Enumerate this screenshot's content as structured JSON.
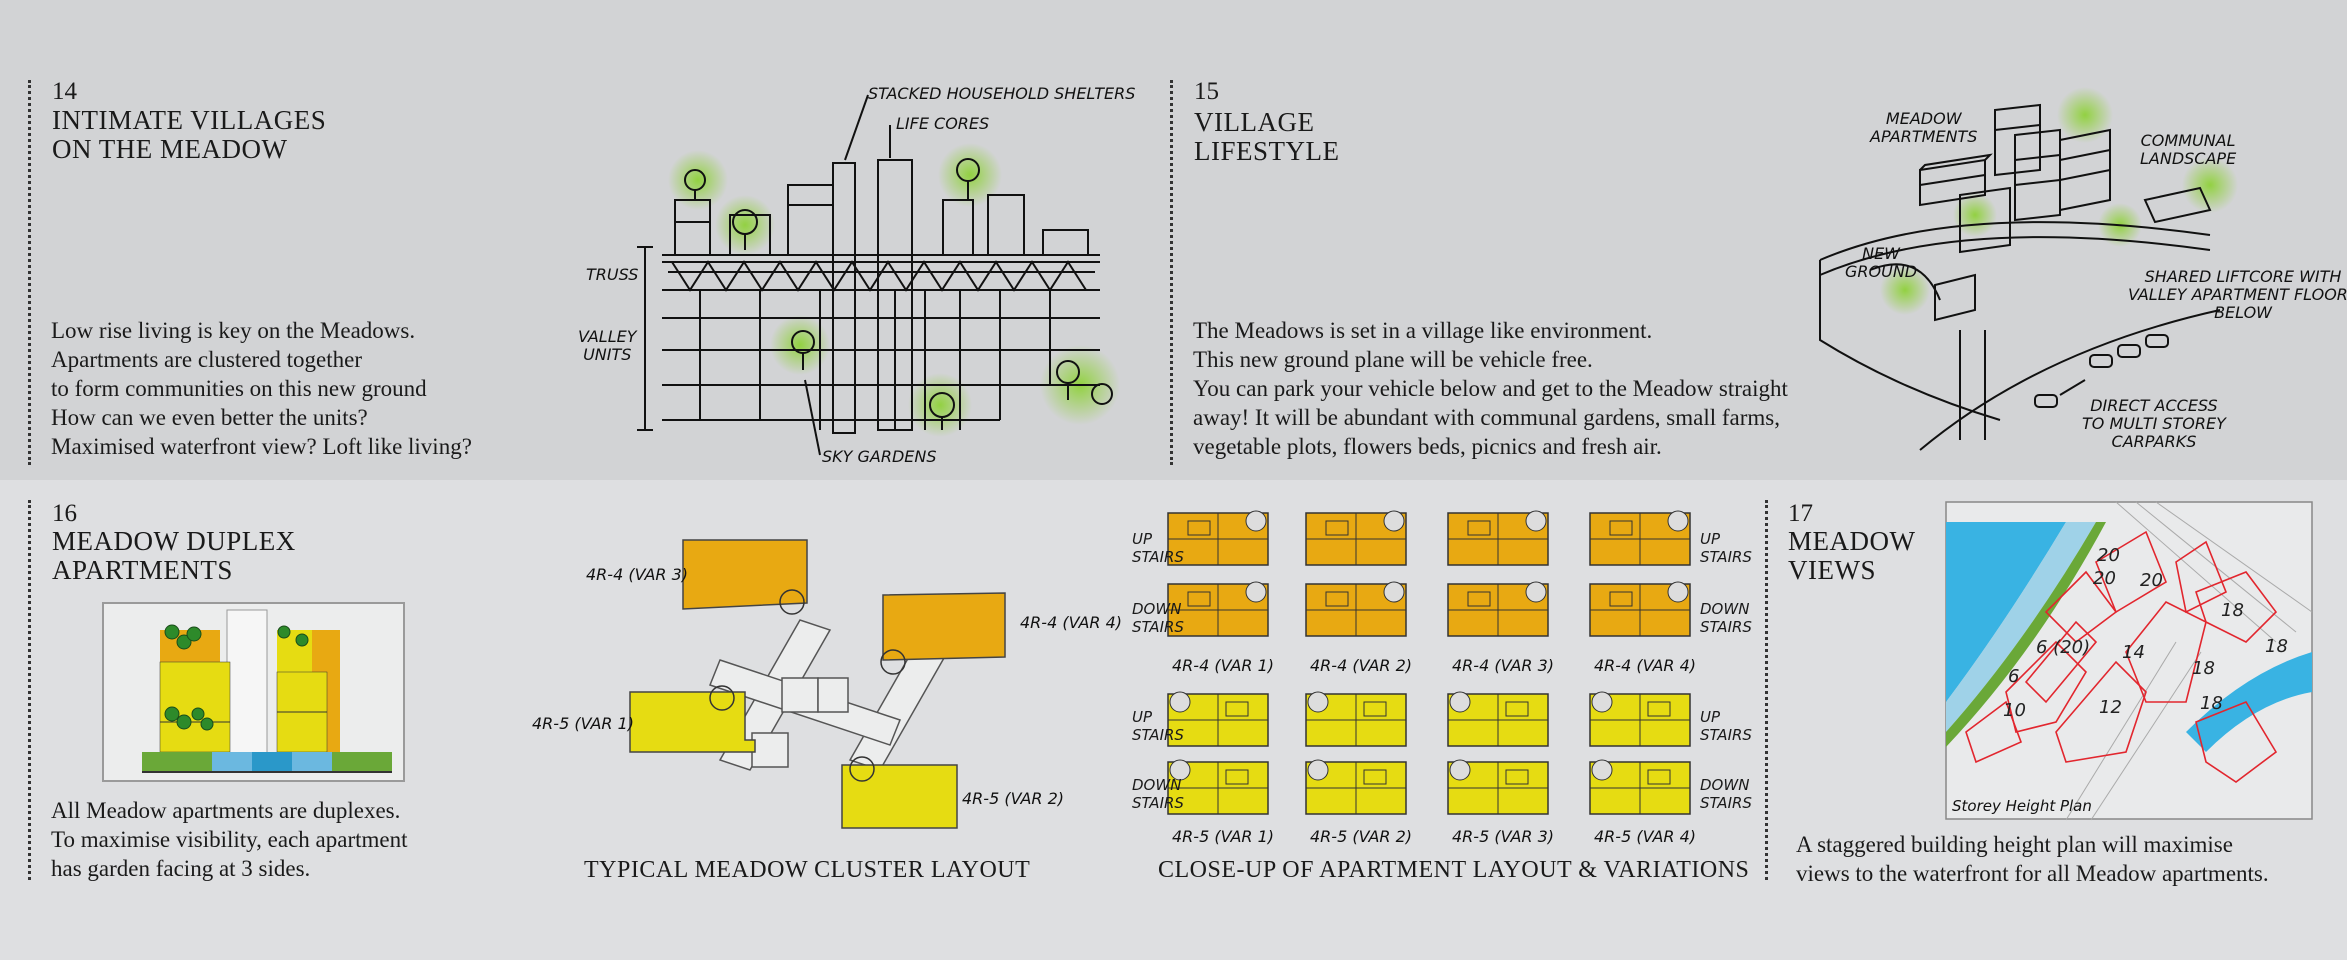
{
  "colors": {
    "top_band": "#d2d3d5",
    "bottom_band": "#dedfe1",
    "amber": "#e8a912",
    "yellow": "#e6dc12",
    "green_glow": "#8fd13a",
    "water": "#39b3e3",
    "plot_line": "#e2262e"
  },
  "s14": {
    "num": "14",
    "title": [
      "INTIMATE VILLAGES",
      "ON THE MEADOW"
    ],
    "body": [
      "Low rise living is key on the Meadows.",
      "Apartments are clustered together",
      "to form communities on this new ground",
      "How can we even better the units?",
      "Maximised waterfront view? Loft like living?"
    ],
    "sketch": {
      "stacked": "STACKED HOUSEHOLD SHELTERS",
      "cores": "LIFE CORES",
      "truss": "TRUSS",
      "valley": [
        "VALLEY",
        "UNITS"
      ],
      "sky": "SKY GARDENS"
    }
  },
  "s15": {
    "num": "15",
    "title": [
      "VILLAGE",
      "LIFESTYLE"
    ],
    "body": [
      "The Meadows is set in a village like environment.",
      "This new ground plane will be vehicle free.",
      "You can park your vehicle below and get to the Meadow straight",
      "away!  It will be abundant with communal gardens, small farms,",
      "vegetable plots, flowers beds, picnics and fresh air."
    ],
    "sketch": {
      "meadow": [
        "MEADOW",
        "APARTMENTS"
      ],
      "communal": [
        "COMMUNAL",
        "LANDSCAPE"
      ],
      "ground": [
        "NEW",
        "GROUND"
      ],
      "liftcore": [
        "SHARED LIFTCORE WITH",
        "VALLEY APARTMENT FLOORS",
        "BELOW"
      ],
      "access": [
        "DIRECT ACCESS",
        "TO MULTI STOREY",
        "CARPARKS"
      ]
    }
  },
  "s16": {
    "num": "16",
    "title": [
      "MEADOW DUPLEX",
      "APARTMENTS"
    ],
    "body": [
      "All Meadow apartments are duplexes.",
      "To maximise visibility, each apartment",
      "has garden facing at 3 sides."
    ],
    "cluster": {
      "caption": "TYPICAL MEADOW CLUSTER LAYOUT",
      "labels": {
        "a": "4R-4 (VAR 3)",
        "b": "4R-4 (VAR 4)",
        "c": "4R-5 (VAR 1)",
        "d": "4R-5 (VAR 2)"
      }
    },
    "closeup": {
      "caption": "CLOSE-UP OF APARTMENT LAYOUT & VARIATIONS",
      "row1": [
        "4R-4 (VAR 1)",
        "4R-4 (VAR 2)",
        "4R-4 (VAR 3)",
        "4R-4 (VAR 4)"
      ],
      "row2": [
        "4R-5 (VAR 1)",
        "4R-5 (VAR 2)",
        "4R-5 (VAR 3)",
        "4R-5 (VAR 4)"
      ],
      "up": [
        "UP",
        "STAIRS"
      ],
      "down": [
        "DOWN",
        "STAIRS"
      ]
    }
  },
  "s17": {
    "num": "17",
    "title": [
      "MEADOW",
      "VIEWS"
    ],
    "body": [
      "A staggered building height plan will maximise",
      "views to the waterfront for all Meadow apartments."
    ],
    "map": {
      "caption": "Storey Height Plan",
      "heights": [
        "20",
        "20",
        "20",
        "18",
        "18",
        "6 (20)",
        "14",
        "18",
        "18",
        "6",
        "10",
        "12"
      ]
    }
  }
}
